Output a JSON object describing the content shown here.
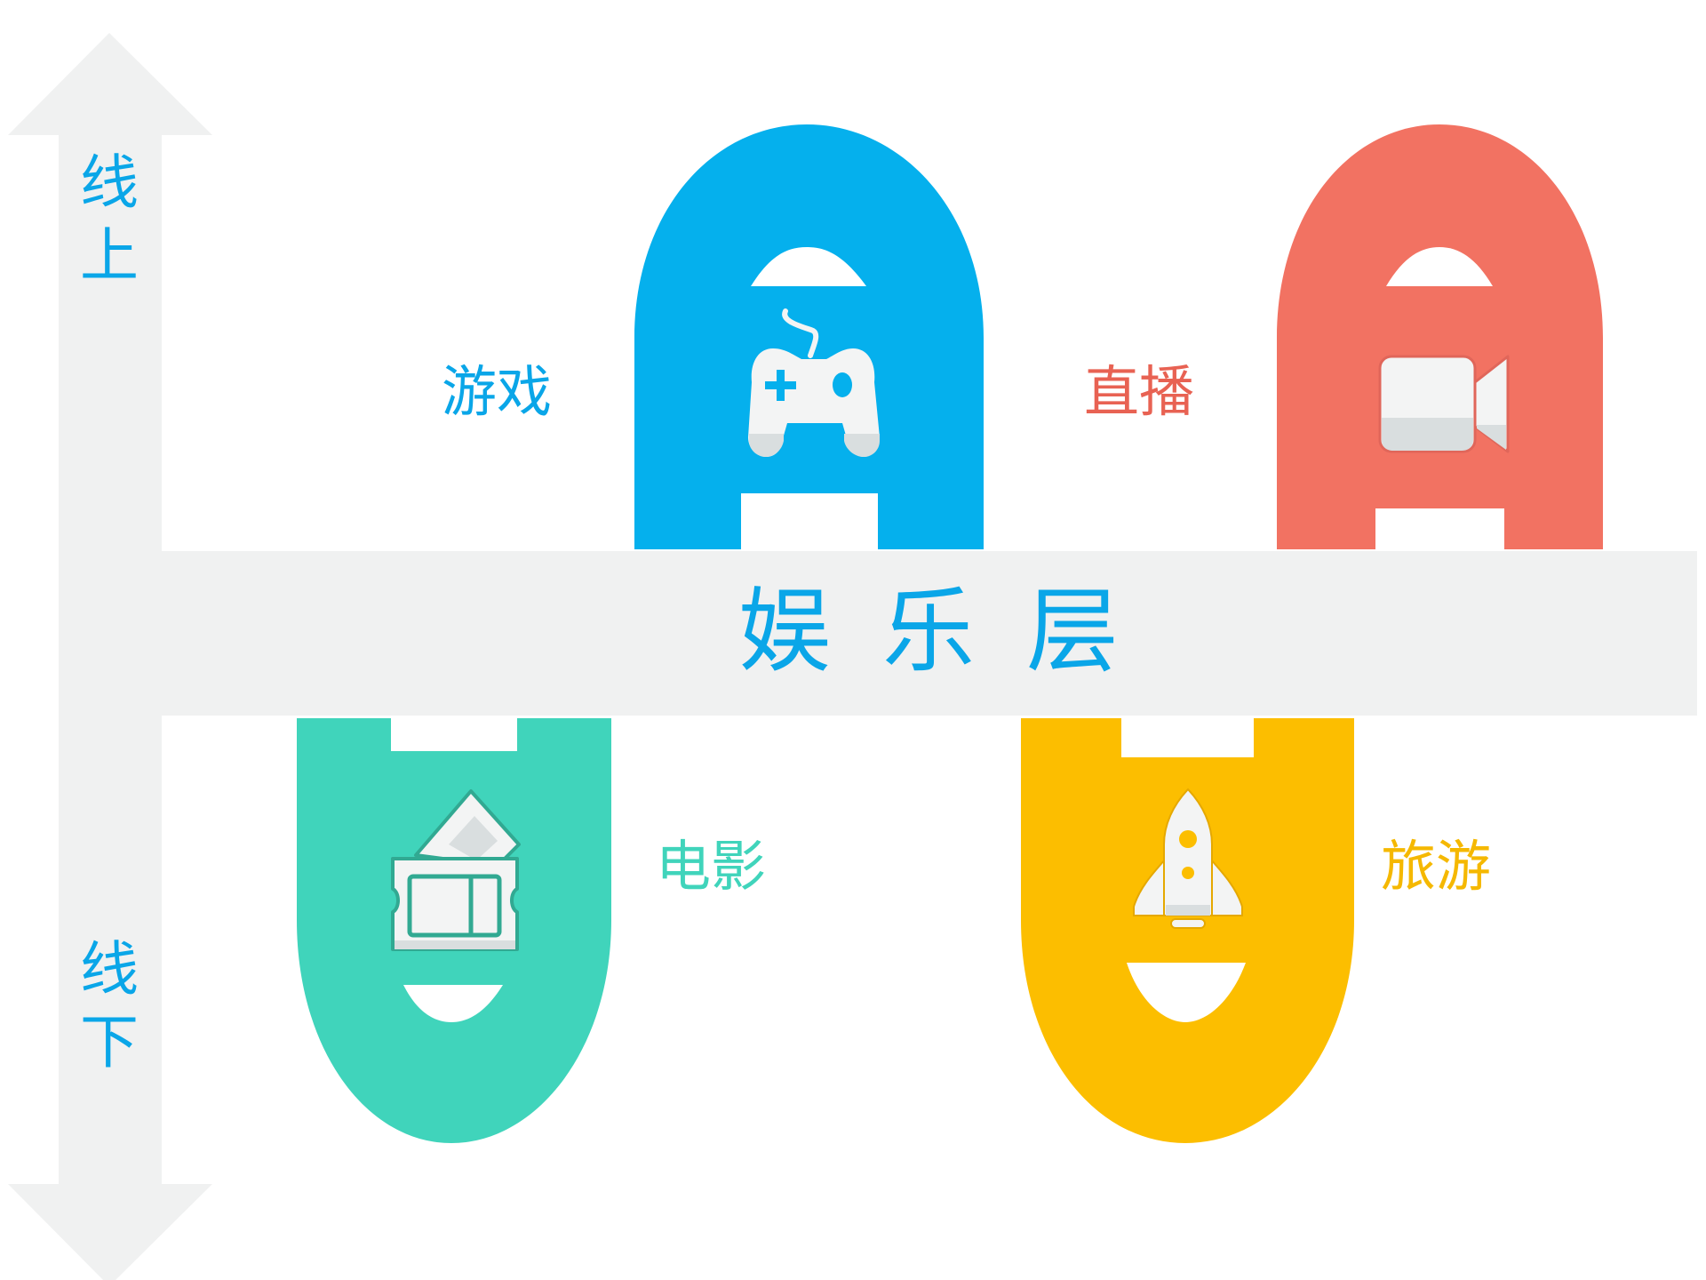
{
  "axis": {
    "top_label": "线上",
    "bottom_label": "线下"
  },
  "band": {
    "title": "娱乐层"
  },
  "categories": [
    {
      "label": "游戏",
      "icon": "gamepad-icon",
      "color": "#05b0ed"
    },
    {
      "label": "直播",
      "icon": "video-camera-icon",
      "color": "#f27262"
    },
    {
      "label": "电影",
      "icon": "ticket-icon",
      "color": "#40d4bb"
    },
    {
      "label": "旅游",
      "icon": "rocket-icon",
      "color": "#fcbe00"
    }
  ],
  "colors": {
    "axis": "#f0f1f1",
    "band": "#f0f1f1",
    "axis_text": "#0aa6e8",
    "icon_fill": "#f3f4f4",
    "icon_shade": "#d9dedf"
  }
}
